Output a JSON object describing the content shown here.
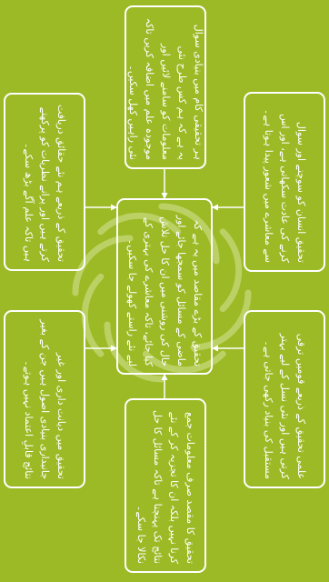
{
  "diagram": {
    "background_color": "#9cba26",
    "line_color": "#ffffff",
    "center": {
      "text": "تحقیق کے بڑے مقاصد میں یہ ہے کہ ماضی کے مسائل کو سمجھا جائے اور حال کی روشنی میں ان کا حل تلاش کیا جائے، تاکہ معاشرے کی بہتری کے لیے نئے راستے کھولے جا سکیں۔"
    },
    "nodes": [
      {
        "id": "top-center",
        "text": "ہر تحقیقی کام میں بنیادی سوال یہ ہے کہ ہم کس طرح نئی معلومات کو سامنے لائیں اور موجودہ علم میں اضافہ کریں تاکہ نئی راہیں کھل سکیں۔"
      },
      {
        "id": "top-left",
        "text": "تحقیق کے ذریعے ہم نئے حقائق دریافت کرتے ہیں اور پرانے نظریات کو پرکھتے ہیں تاکہ علم آگے بڑھ سکے۔"
      },
      {
        "id": "top-right",
        "text": "تحقیق انسان کو سوچنے اور سوال کرنے کی عادت سکھاتی ہے، اور اس سے معاشرے میں شعور پیدا ہوتا ہے۔"
      },
      {
        "id": "bottom-left",
        "text": "تحقیق میں دیانت داری اور غیر جانبداری بنیادی اصول ہیں جن کے بغیر نتائج قابلِ اعتماد نہیں ہوتے۔"
      },
      {
        "id": "bottom-right",
        "text": "علمی تحقیق کے ذریعے قومیں ترقی کرتی ہیں اور نئی نسل کے لیے بہتر مستقبل کی بنیاد رکھی جاتی ہے۔"
      },
      {
        "id": "bottom-center",
        "text": "تحقیق کا مقصد صرف معلومات جمع کرنا نہیں بلکہ ان کا تجزیہ کر کے نئے نتائج تک پہنچنا ہے تاکہ مسائل کا حل نکالا جا سکے۔"
      }
    ]
  }
}
